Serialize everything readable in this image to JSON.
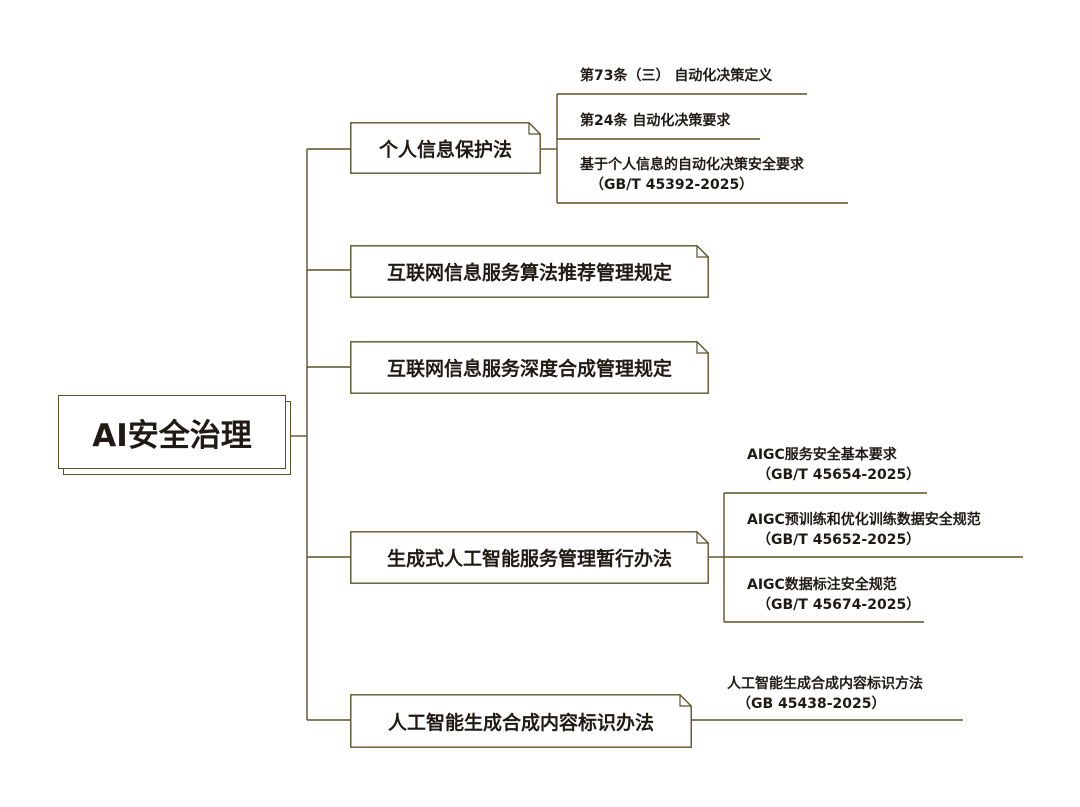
{
  "root": {
    "label": "AI安全治理"
  },
  "branches": [
    {
      "label": "个人信息保护法",
      "children": [
        {
          "title": "第73条（三） 自动化决策定义",
          "code": ""
        },
        {
          "title": "第24条 自动化决策要求",
          "code": ""
        },
        {
          "title": "基于个人信息的自动化决策安全要求",
          "code": "（GB/T 45392-2025）"
        }
      ]
    },
    {
      "label": "互联网信息服务算法推荐管理规定",
      "children": []
    },
    {
      "label": "互联网信息服务深度合成管理规定",
      "children": []
    },
    {
      "label": "生成式人工智能服务管理暂行办法",
      "children": [
        {
          "title": "AIGC服务安全基本要求",
          "code": "（GB/T 45654-2025）"
        },
        {
          "title": "AIGC预训练和优化训练数据安全规范",
          "code": "（GB/T 45652-2025）"
        },
        {
          "title": "AIGC数据标注安全规范",
          "code": "（GB/T 45674-2025）"
        }
      ]
    },
    {
      "label": "人工智能生成合成内容标识办法",
      "children": [
        {
          "title": "人工智能生成合成内容标识方法",
          "code": "（GB 45438-2025）"
        }
      ]
    }
  ],
  "colors": {
    "line": "#5c5028",
    "text": "#1f1a14",
    "background": "#ffffff"
  }
}
